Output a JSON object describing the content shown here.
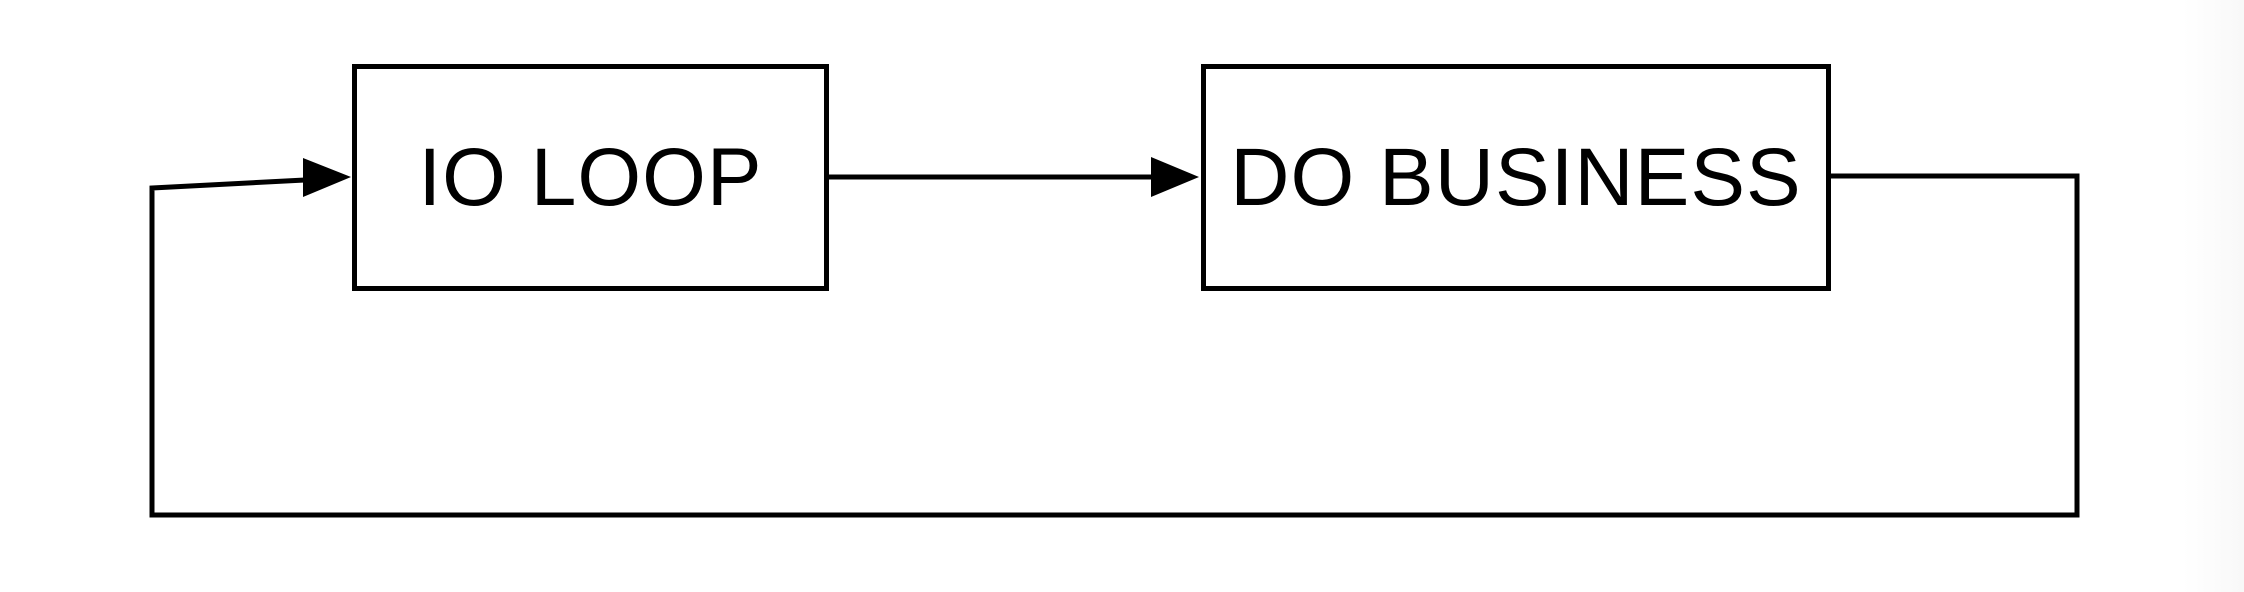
{
  "diagram": {
    "background_color": "#ffffff",
    "line_color": "#000000",
    "text_color": "#000000",
    "nodes": [
      {
        "id": "io-loop",
        "label": "IO LOOP"
      },
      {
        "id": "do-business",
        "label": "DO BUSINESS"
      }
    ],
    "edges": [
      {
        "from": "io-loop",
        "to": "do-business",
        "style": "solid",
        "arrowhead": "filled-triangle",
        "route": "straight-horizontal"
      },
      {
        "from": "do-business",
        "to": "io-loop",
        "style": "solid",
        "arrowhead": "filled-triangle",
        "route": "right-down-around-bottom-up-left"
      }
    ]
  }
}
